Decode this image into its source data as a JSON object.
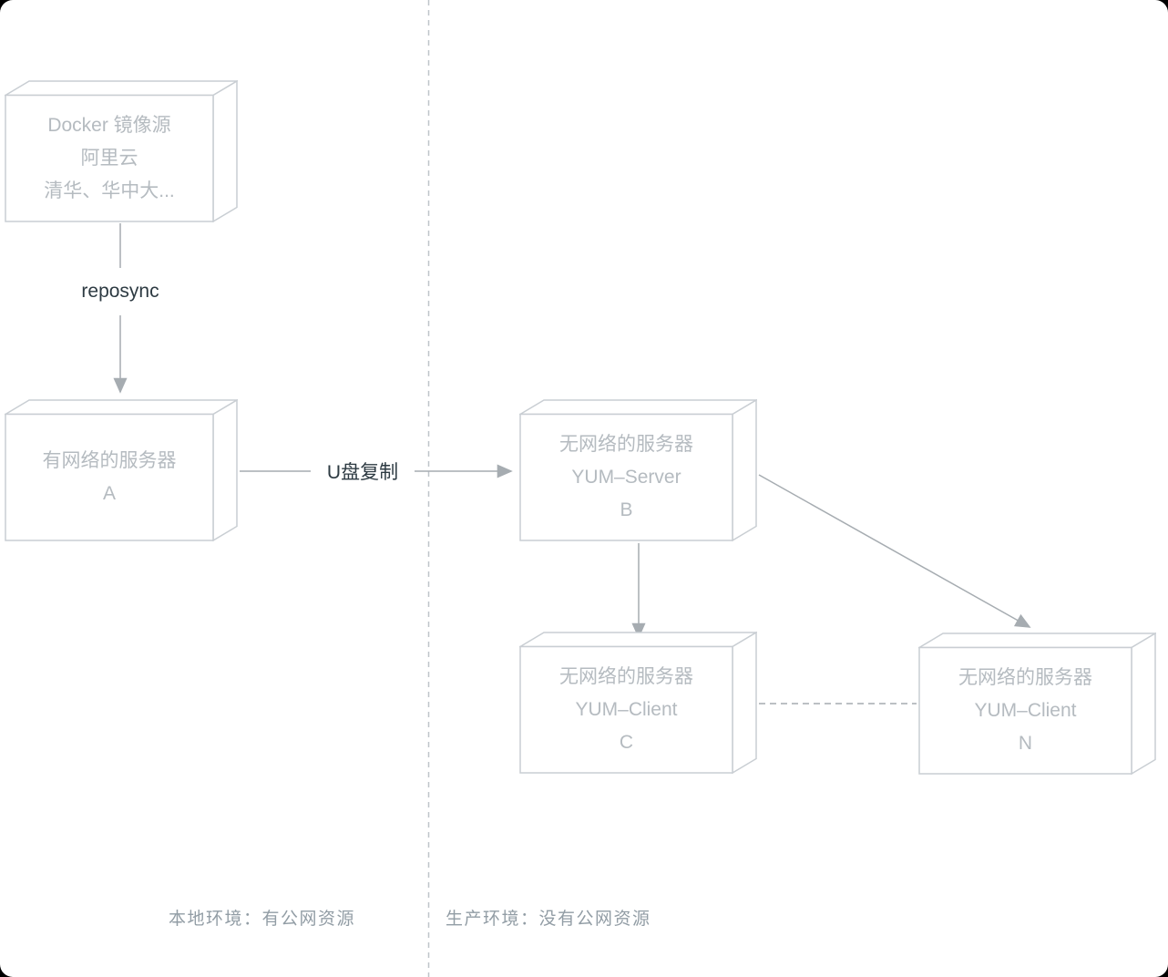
{
  "nodes": {
    "mirror": {
      "lines": [
        "Docker 镜像源",
        "阿里云",
        "清华、华中大..."
      ]
    },
    "server_a": {
      "lines": [
        "有网络的服务器",
        "A"
      ]
    },
    "server_b": {
      "lines": [
        "无网络的服务器",
        "YUM–Server",
        "B"
      ]
    },
    "client_c": {
      "lines": [
        "无网络的服务器",
        "YUM–Client",
        "C"
      ]
    },
    "client_n": {
      "lines": [
        "无网络的服务器",
        "YUM–Client",
        "N"
      ]
    }
  },
  "edge_labels": {
    "reposync": "reposync",
    "usb_copy": "U盘复制"
  },
  "footer": {
    "left": "本地环境：有公网资源",
    "right": "生产环境：没有公网资源"
  },
  "colors": {
    "box_border": "#c9ced3",
    "box_text": "#b5bbc0",
    "arrow": "#a6acb1",
    "dark_text": "#2d3a42",
    "footer_text": "#929da5"
  }
}
